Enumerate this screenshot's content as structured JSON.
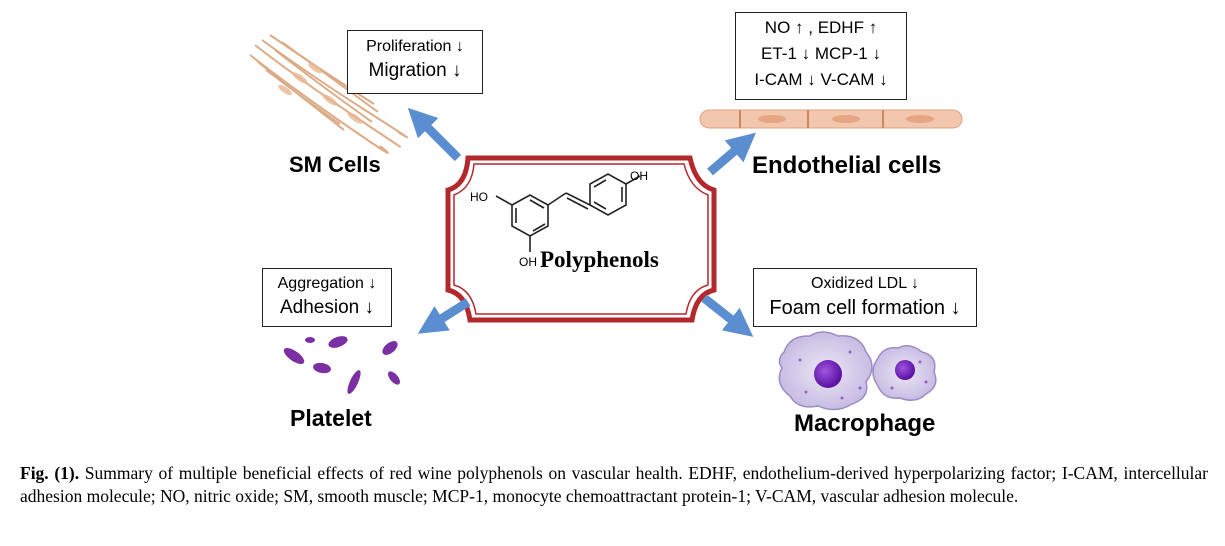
{
  "center": {
    "title": "Polyphenols",
    "oh_top": "OH",
    "oh_left": "HO",
    "oh_bottom": "OH"
  },
  "sm_cells": {
    "label": "SM Cells",
    "effects": [
      "Proliferation ↓",
      "Migration ↓"
    ]
  },
  "endothelial": {
    "label": "Endothelial cells",
    "effects": [
      "NO ↑ , EDHF  ↑",
      "ET-1 ↓ MCP-1 ↓",
      "I-CAM ↓ V-CAM ↓"
    ]
  },
  "platelet": {
    "label": "Platelet",
    "effects": [
      "Aggregation ↓",
      "Adhesion ↓"
    ]
  },
  "macrophage": {
    "label": "Macrophage",
    "effects": [
      "Oxidized LDL ↓",
      "Foam cell formation ↓"
    ]
  },
  "caption": {
    "prefix": "Fig. (1).",
    "text": " Summary of multiple beneficial effects of red wine polyphenols on vascular health. EDHF, endothelium-derived hyperpolarizing factor; I-CAM, intercellular adhesion molecule; NO, nitric oxide; SM, smooth muscle; MCP-1, monocyte chemoattractant protein-1; V-CAM, vascular adhesion molecule."
  },
  "colors": {
    "frame": "#b3282d",
    "arrow": "#5b8ed0",
    "cell_tan": "#e8b894",
    "platelet": "#7a2fa3",
    "macrophage_body": "#d6cdea",
    "macrophage_nucleus": "#6a1fb0"
  },
  "icons": [
    "arrow-icon",
    "smooth-muscle-cells-illustration",
    "endothelial-cells-illustration",
    "platelet-illustration",
    "macrophage-illustration",
    "resveratrol-structure"
  ]
}
